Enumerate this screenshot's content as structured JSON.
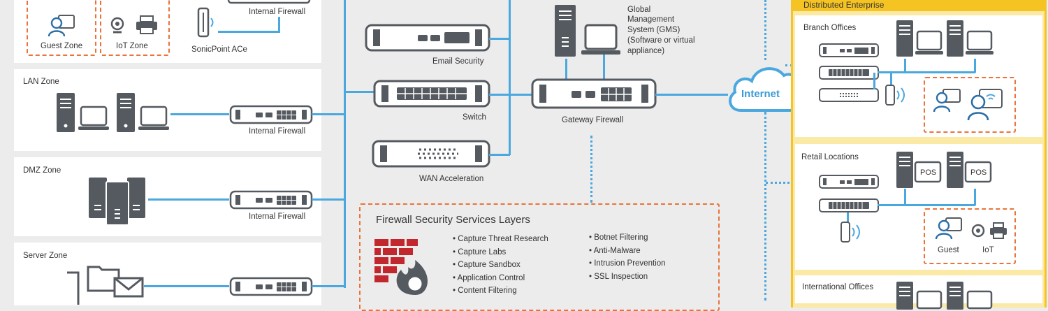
{
  "zones": {
    "guest": "Guest Zone",
    "iot": "IoT Zone",
    "lan": "LAN Zone",
    "dmz": "DMZ Zone",
    "server": "Server Zone"
  },
  "labels": {
    "internal_firewall": "Internal Firewall",
    "sonicpoint": "SonicPoint ACe",
    "email_security": "Email Security",
    "switch": "Switch",
    "wan_acceleration": "WAN Acceleration",
    "gateway_firewall": "Gateway Firewall",
    "gms": [
      "Global",
      "Management",
      "System (GMS)",
      "(Software or virtual",
      "appliance)"
    ],
    "internet": "Internet"
  },
  "services": {
    "title": "Firewall Security Services Layers",
    "col1": [
      "Capture Threat Research",
      "Capture Labs",
      "Capture Sandbox",
      "Application Control",
      "Content Filtering"
    ],
    "col2": [
      "Botnet Filtering",
      "Anti-Malware",
      "Intrusion Prevention",
      "SSL Inspection"
    ]
  },
  "enterprise": {
    "title": "Distributed Enterprise",
    "branch": "Branch Offices",
    "retail": "Retail Locations",
    "international": "International Offices",
    "pos": "POS",
    "guest": "Guest",
    "iot": "IoT"
  },
  "colors": {
    "accent": "#4aa8df",
    "dash": "#e8743b",
    "enterprise": "#f5c423",
    "icon": "#555a60",
    "brick": "#c1272d"
  }
}
